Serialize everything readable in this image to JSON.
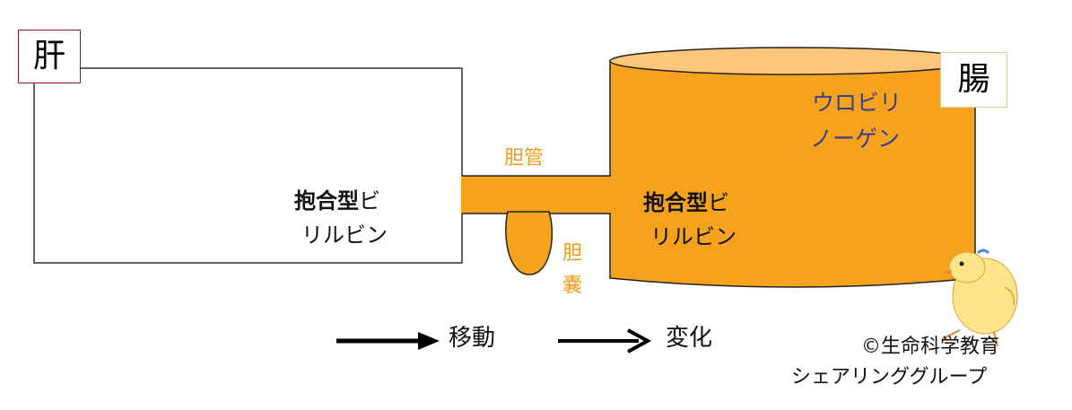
{
  "colors": {
    "intestine_fill": "#f7a21c",
    "intestine_top": "#ffc77a",
    "bile_text": "#f39a16",
    "urobilinogen_text": "#3a3f8f",
    "liver_tag_border": "#8b1a1a",
    "intestine_tag_border": "#d9cf9a",
    "arrow": "#000000"
  },
  "liver": {
    "tag": "肝",
    "bilirubin_bold": "抱合型",
    "bilirubin_rest": "ビ",
    "bilirubin_line2": "リルビン"
  },
  "bile_duct": {
    "label": "胆管"
  },
  "gallbladder": {
    "label_line1": "胆",
    "label_line2": "嚢"
  },
  "intestine": {
    "tag": "腸",
    "bilirubin_bold": "抱合型",
    "bilirubin_rest": "ビ",
    "bilirubin_line2": "リルビン",
    "urobilinogen_line1": "ウロビリ",
    "urobilinogen_line2": "ノーゲン"
  },
  "legend": {
    "move": "移動",
    "change": "変化"
  },
  "credit": {
    "line1": "©生命科学教育",
    "line2": "シェアリンググループ"
  },
  "icons": {
    "mascot": "chick-mascot-icon"
  }
}
